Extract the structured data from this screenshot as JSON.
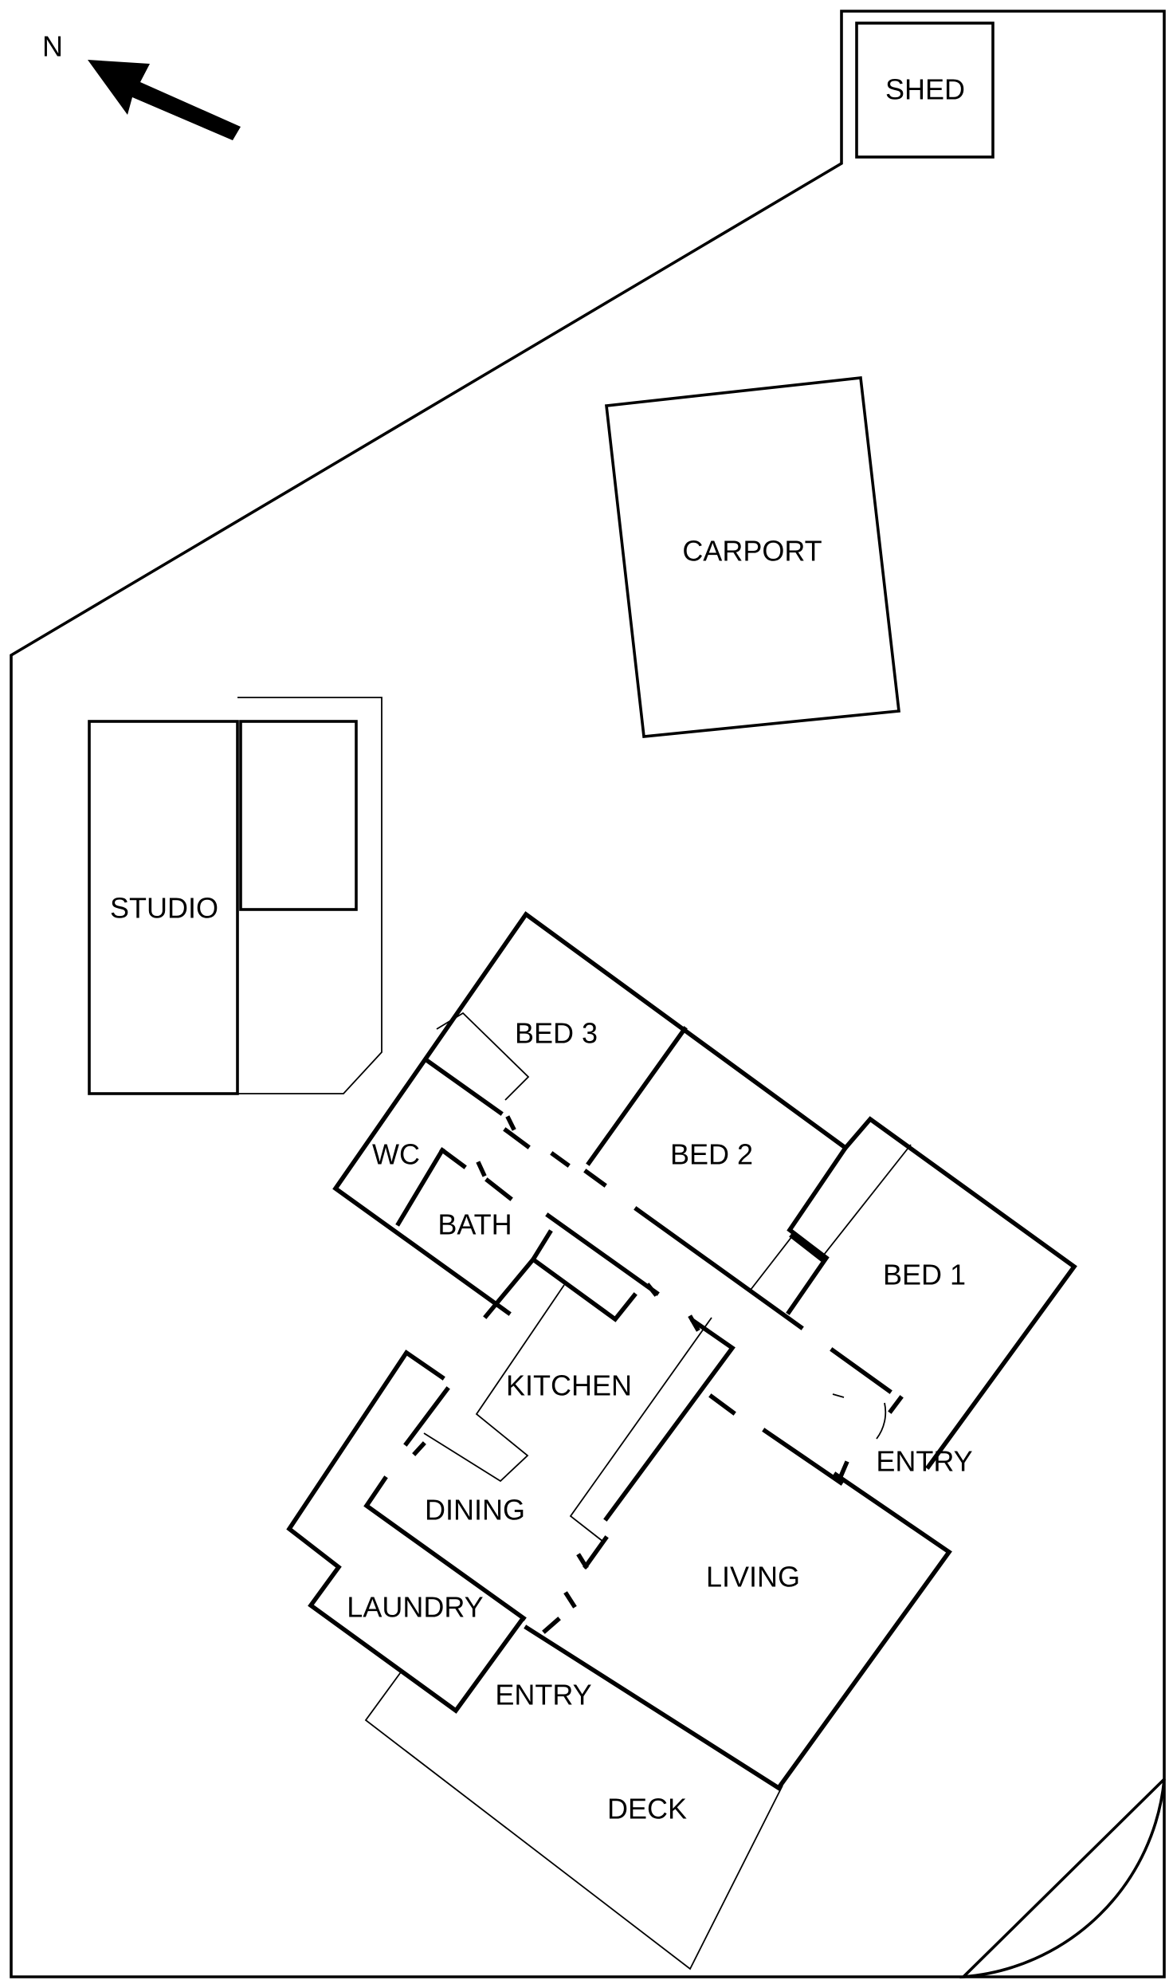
{
  "compass": {
    "label": "N",
    "icon": "north-arrow-icon"
  },
  "rooms": {
    "shed": "SHED",
    "carport": "CARPORT",
    "studio": "STUDIO",
    "bed3": "BED 3",
    "bed2": "BED 2",
    "bed1": "BED 1",
    "wc": "WC",
    "bath": "BATH",
    "kitchen": "KITCHEN",
    "dining": "DINING",
    "living": "LIVING",
    "laundry": "LAUNDRY",
    "entry_side": "ENTRY",
    "entry_front": "ENTRY",
    "deck": "DECK"
  }
}
